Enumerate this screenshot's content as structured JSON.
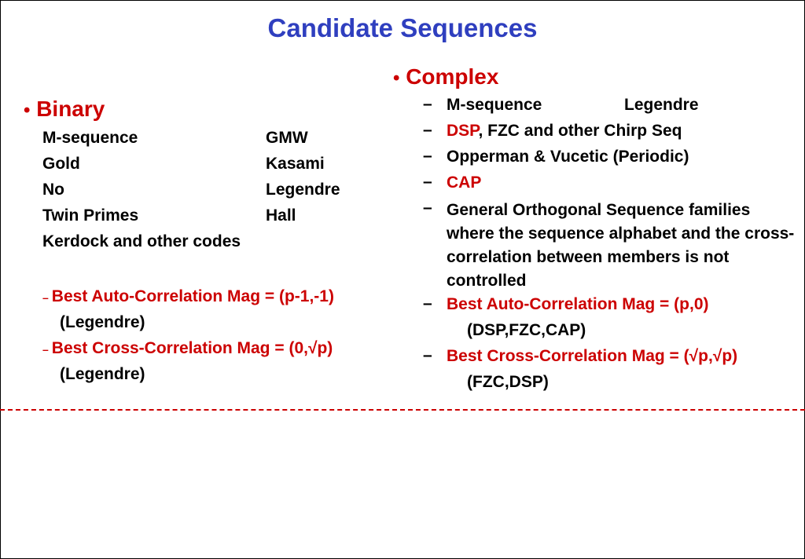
{
  "slide": {
    "title": "Candidate Sequences",
    "binary": {
      "bullet": "•",
      "heading": "Binary",
      "rows": [
        {
          "left": "M-sequence",
          "right": "GMW"
        },
        {
          "left": "Gold",
          "right": "Kasami"
        },
        {
          "left": "No",
          "right": "Legendre"
        },
        {
          "left": "Twin Primes",
          "right": "Hall"
        }
      ],
      "extra": "Kerdock and other codes",
      "dash": "–",
      "auto": "Best Auto-Correlation Mag = (p-1,-1)",
      "auto_note": "(Legendre)",
      "cross": "Best Cross-Correlation Mag = (0,√p)",
      "cross_note": "(Legendre)"
    },
    "complex": {
      "bullet": "•",
      "heading": "Complex",
      "dash": "–",
      "item1_left": "M-sequence",
      "item1_right": "Legendre",
      "item2_red": "DSP",
      "item2_rest": ", FZC and other Chirp Seq",
      "item3": "Opperman & Vucetic (Periodic)",
      "item4": "CAP",
      "item5": "General Orthogonal Sequence families where the sequence alphabet and the cross-correlation between members is not controlled",
      "auto": "Best Auto-Correlation Mag = (p,0)",
      "auto_note": "(DSP,FZC,CAP)",
      "cross": "Best Cross-Correlation Mag = (√p,√p)",
      "cross_note": "(FZC,DSP)"
    }
  },
  "colors": {
    "title": "#2f3fbf",
    "accent_red": "#cc0000"
  }
}
